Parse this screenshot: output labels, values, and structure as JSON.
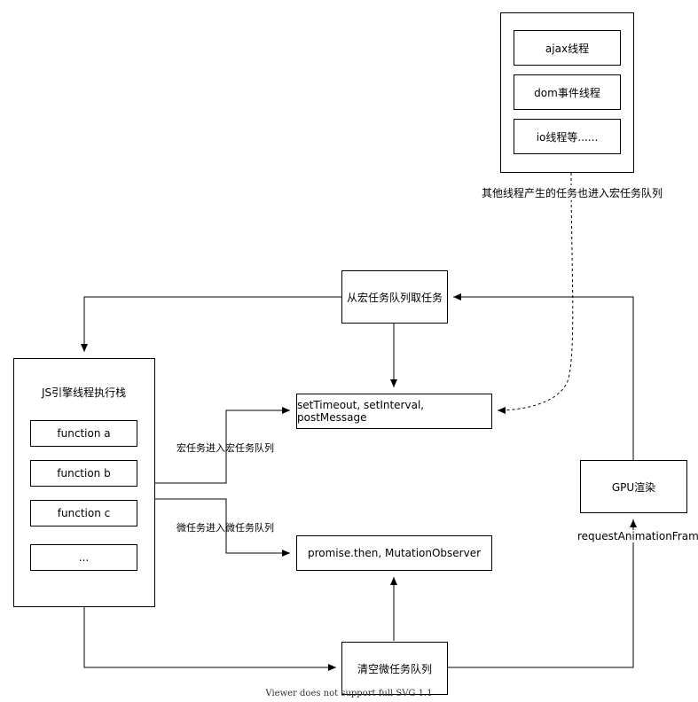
{
  "thread_group": {
    "items": [
      "ajax线程",
      "dom事件线程",
      "io线程等......"
    ],
    "caption": "其他线程产生的任务也进入宏任务队列"
  },
  "nodes": {
    "take_macro": "从宏任务队列取任务",
    "macro_queue": "setTimeout, setInterval, postMessage",
    "micro_queue": "promise.then, MutationObserver",
    "clear_micro": "清空微任务队列",
    "gpu": "GPU渲染"
  },
  "js_stack": {
    "title": "JS引擎线程执行栈",
    "functions": [
      "function a",
      "function b",
      "function c",
      "..."
    ]
  },
  "edge_labels": {
    "macro_enter": "宏任务进入宏任务队列",
    "micro_enter": "微任务进入微任务队列",
    "raf": "requestAnimationFrame"
  },
  "footer": "Viewer does not support full SVG 1.1"
}
